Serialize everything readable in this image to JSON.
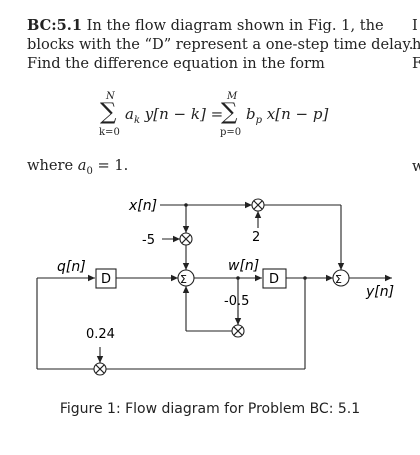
{
  "problem": {
    "label": "BC:5.1",
    "line1": "In the flow diagram shown in Fig. 1, the",
    "line2": "blocks with the “D” represent a one-step time delay.",
    "line3": "Find the difference equation in the form"
  },
  "edge_chars": [
    "I",
    "h",
    "F",
    "w"
  ],
  "equation": {
    "sum1_upper": "N",
    "sum1_lower": "k=0",
    "lhs_term": "a",
    "lhs_sub": "k",
    "lhs_rest": "y[n − k] =",
    "sum2_upper": "M",
    "sum2_lower": "p=0",
    "rhs_term": "b",
    "rhs_sub": "p",
    "rhs_rest": " x[n − p]"
  },
  "where": {
    "prefix": "where ",
    "var": "a",
    "sub": "0",
    "rest": " = 1."
  },
  "diagram": {
    "x_label": "x[n]",
    "q_label": "q[n]",
    "w_label": "w[n]",
    "y_label": "y[n]",
    "delay1": "D",
    "delay2": "D",
    "sum_symbol": "Σ",
    "mult_symbol": "⊗",
    "gain_neg5": "-5",
    "gain_2": "2",
    "gain_neg05": "-0.5",
    "gain_024": "0.24"
  },
  "caption": "Figure 1: Flow diagram for Problem BC: 5.1"
}
